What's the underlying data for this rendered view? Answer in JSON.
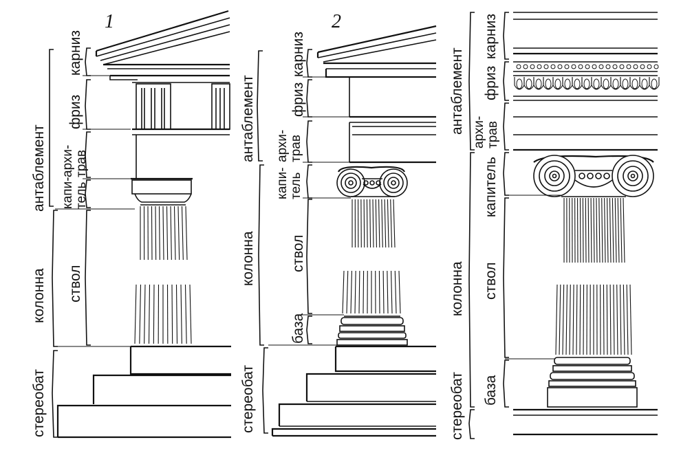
{
  "panels": [
    {
      "number": "1",
      "labels": {
        "entablature": "антаблемент",
        "cornice": "карниз",
        "frieze": "фриз",
        "architrave": "архи-\nтрав",
        "capital": "капи-\nтель",
        "column": "колонна",
        "shaft": "ствол",
        "stylobate": "стереобат"
      }
    },
    {
      "number": "2",
      "labels": {
        "entablature": "антаблемент",
        "cornice": "карниз",
        "frieze": "фриз",
        "architrave": "архи-\nтрав",
        "capital": "капи-\nтель",
        "column": "колонна",
        "shaft": "ствол",
        "base": "база",
        "stylobate": "стереобат"
      }
    },
    {
      "number": "",
      "labels": {
        "entablature": "антаблемент",
        "cornice": "карниз",
        "frieze": "фриз",
        "architrave": "архи-\nтрав",
        "capital": "капитель",
        "column": "колонна",
        "shaft": "ствол",
        "base": "база",
        "stylobate": "стереобат"
      }
    }
  ]
}
